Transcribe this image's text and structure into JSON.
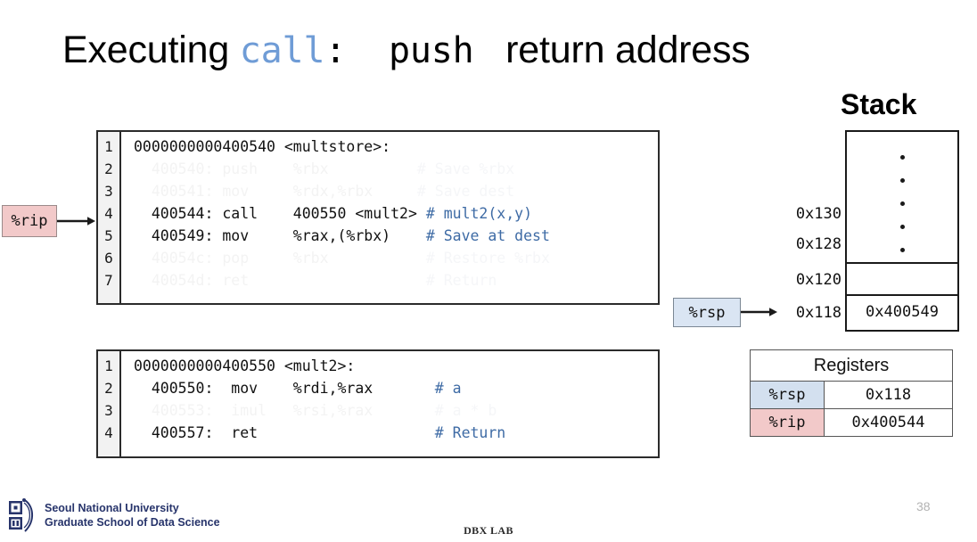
{
  "title": {
    "prefix": "Executing ",
    "keyword": "call",
    "colon": ":",
    "suffix_mono": "  push ",
    "suffix": " return address",
    "keyword_color": "#6f9cd6"
  },
  "code_block_1": {
    "line_numbers": [
      "1",
      "2",
      "3",
      "4",
      "5",
      "6",
      "7"
    ],
    "lines": [
      {
        "code": "0000000000400540 <multstore>:",
        "comment": "",
        "dim": false
      },
      {
        "code": "  400540: push    %rbx          ",
        "comment": "# Save %rbx",
        "dim": true
      },
      {
        "code": "  400541: mov     %rdx,%rbx     ",
        "comment": "# Save dest",
        "dim": true
      },
      {
        "code": "  400544: call    400550 <mult2> ",
        "comment": "# mult2(x,y)",
        "dim": false
      },
      {
        "code": "  400549: mov     %rax,(%rbx)    ",
        "comment": "# Save at dest",
        "dim": false
      },
      {
        "code": "  40054c: pop     %rbx           ",
        "comment": "# Restore %rbx",
        "dim": true
      },
      {
        "code": "  40054d: ret                    ",
        "comment": "# Return",
        "dim": true
      }
    ]
  },
  "code_block_2": {
    "line_numbers": [
      "1",
      "2",
      "3",
      "4"
    ],
    "lines": [
      {
        "code": "0000000000400550 <mult2>:",
        "comment": "",
        "dim": false
      },
      {
        "code": "  400550:  mov    %rdi,%rax       ",
        "comment": "# a",
        "dim": false
      },
      {
        "code": "  400553:  imul   %rsi,%rax       ",
        "comment": "# a * b",
        "dim": true
      },
      {
        "code": "  400557:  ret                    ",
        "comment": "# Return",
        "dim": false
      }
    ]
  },
  "rip_pointer": {
    "label": "%rip",
    "color": "#f2c9c9"
  },
  "rsp_pointer": {
    "label": "%rsp",
    "color": "#dae5f3"
  },
  "stack": {
    "heading": "Stack",
    "addresses": [
      "0x130",
      "0x128",
      "0x120",
      "0x118"
    ],
    "cells": [
      {
        "value": "",
        "type": "ellipsis"
      },
      {
        "value": "",
        "type": "empty"
      },
      {
        "value": "0x400549",
        "type": "value"
      }
    ]
  },
  "registers": {
    "heading": "Registers",
    "rows": [
      {
        "name": "%rsp",
        "value": "0x118"
      },
      {
        "name": "%rip",
        "value": "0x400544"
      }
    ]
  },
  "footer": {
    "org_line1": "Seoul National University",
    "org_line2": "Graduate School of Data Science",
    "center": "DBX LAB",
    "page_number": "38"
  }
}
